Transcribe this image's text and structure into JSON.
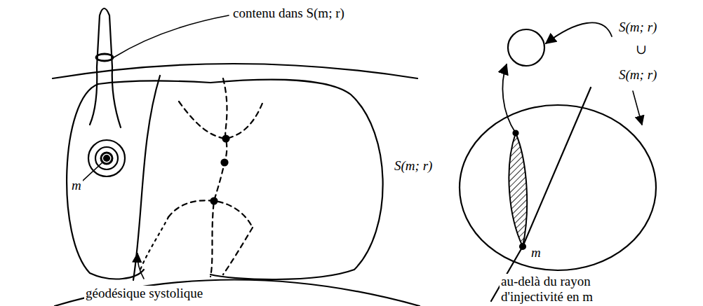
{
  "diagram": {
    "labels": [
      "contenu dans S(m; r)",
      "S(m; r)",
      "m",
      "géodésique systolique",
      "S(m; r)",
      "∪",
      "S(m; r)",
      "m",
      "au-delà du rayon d'injectivité en m"
    ]
  }
}
